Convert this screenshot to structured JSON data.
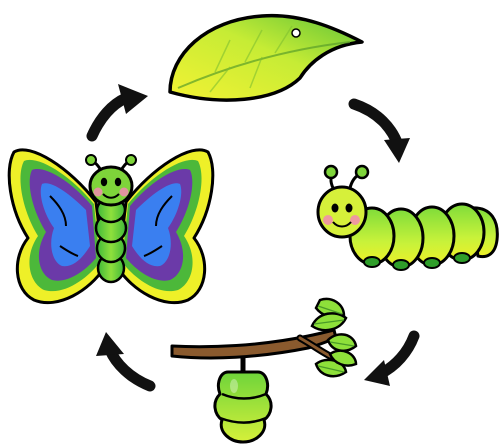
{
  "diagram": {
    "type": "life-cycle",
    "stages": [
      {
        "id": "leaf",
        "icon": "leaf-icon"
      },
      {
        "id": "caterpillar",
        "icon": "caterpillar-icon"
      },
      {
        "id": "chrysalis",
        "icon": "chrysalis-icon"
      },
      {
        "id": "butterfly",
        "icon": "butterfly-icon"
      }
    ],
    "arrow_count": 4,
    "direction": "clockwise"
  },
  "colors": {
    "outline": "#000000",
    "green_light": "#c8f23a",
    "green": "#7ed43a",
    "green_dark": "#2f9e2a",
    "purple": "#6b3aa8",
    "blue": "#3a7ff0",
    "yellow": "#eef028",
    "pink": "#f28ab2",
    "branch": "#7a4a25",
    "arrow": "#111111"
  }
}
